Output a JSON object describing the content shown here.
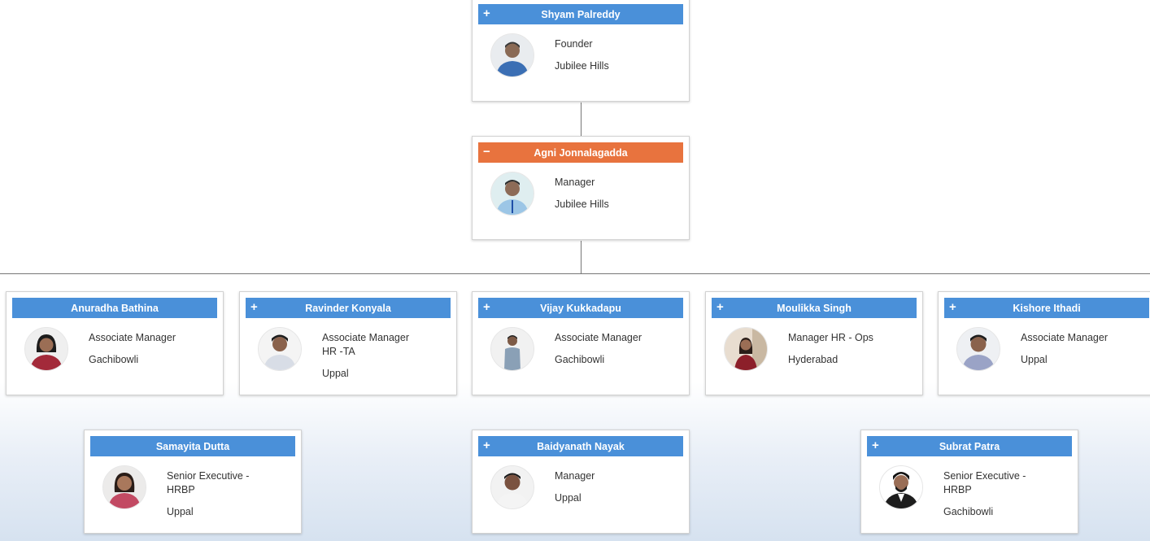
{
  "nodes": {
    "shyam": {
      "name": "Shyam Palreddy",
      "title": "Founder",
      "location": "Jubilee Hills",
      "toggle": "+",
      "header_color": "#4a90d9"
    },
    "agni": {
      "name": "Agni Jonnalagadda",
      "title": "Manager",
      "location": "Jubilee Hills",
      "toggle": "−",
      "header_color": "#e8733e"
    },
    "anuradha": {
      "name": "Anuradha Bathina",
      "title": "Associate Manager",
      "location": "Gachibowli",
      "toggle": "",
      "header_color": "#4a90d9"
    },
    "ravinder": {
      "name": "Ravinder Konyala",
      "title": "Associate Manager\nHR -TA",
      "location": "Uppal",
      "toggle": "+",
      "header_color": "#4a90d9"
    },
    "vijay": {
      "name": "Vijay Kukkadapu",
      "title": "Associate Manager",
      "location": "Gachibowli",
      "toggle": "+",
      "header_color": "#4a90d9"
    },
    "moulikka": {
      "name": "Moulikka Singh",
      "title": "Manager HR - Ops",
      "location": "Hyderabad",
      "toggle": "+",
      "header_color": "#4a90d9"
    },
    "kishore": {
      "name": "Kishore Ithadi",
      "title": "Associate Manager",
      "location": "Uppal",
      "toggle": "+",
      "header_color": "#4a90d9"
    },
    "samayita": {
      "name": "Samayita Dutta",
      "title": "Senior Executive -\nHRBP",
      "location": "Uppal",
      "toggle": "",
      "header_color": "#4a90d9"
    },
    "baidyanath": {
      "name": "Baidyanath Nayak",
      "title": "Manager",
      "location": "Uppal",
      "toggle": "+",
      "header_color": "#4a90d9"
    },
    "subrat": {
      "name": "Subrat Patra",
      "title": "Senior Executive -\nHRBP",
      "location": "Gachibowli",
      "toggle": "+",
      "header_color": "#4a90d9"
    }
  },
  "icons": {
    "expand": "plus-icon",
    "collapse": "minus-icon",
    "avatar": "person-avatar-icon"
  },
  "colors": {
    "header_blue": "#4a90d9",
    "header_orange": "#e8733e",
    "connector": "#777777"
  }
}
